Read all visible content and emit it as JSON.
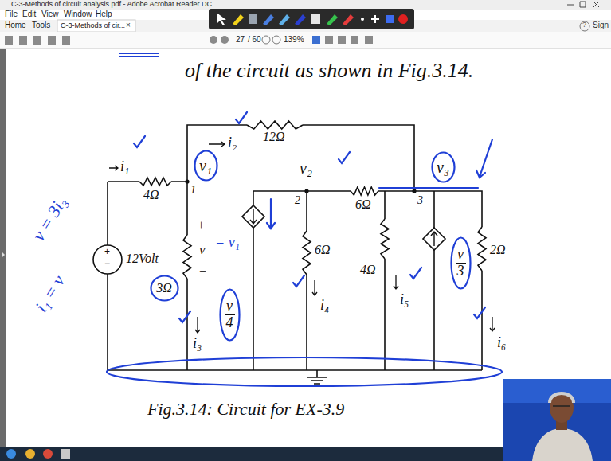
{
  "diagram": {
    "title": "of the circuit as shown in Fig.3.14.",
    "caption": "Fig.3.14: Circuit for EX-3.9",
    "nodes": [
      {
        "text": [
          "v₁"
        ]
      },
      {
        "text": [
          "v₃"
        ]
      },
      {
        "text": [
          "3Ω"
        ]
      },
      {
        "text": [
          "v",
          "4"
        ]
      },
      {
        "text": [
          "v",
          "3"
        ]
      }
    ],
    "labels": [
      "C-3-Methods of circuit analysis.pdf - Adobe Acrobat Reader DC",
      "File",
      "Edit",
      "View",
      "Window",
      "Help",
      "Home",
      "Tools",
      "C-3-Methods of cir...",
      "×",
      "?",
      "Sign",
      "27",
      "/ 60",
      "139%",
      "i₁",
      "4Ω",
      "12Ω",
      "i₂",
      "1",
      "v₂",
      "2",
      "6Ω",
      "3",
      "+",
      "v",
      "−",
      "12Volt",
      "+",
      "−",
      "i₃",
      "i₄",
      "6Ω",
      "4Ω",
      "i₅",
      "2Ω",
      "i₆",
      "v = 3i₃",
      "i₁ = v",
      "= v₁"
    ]
  }
}
